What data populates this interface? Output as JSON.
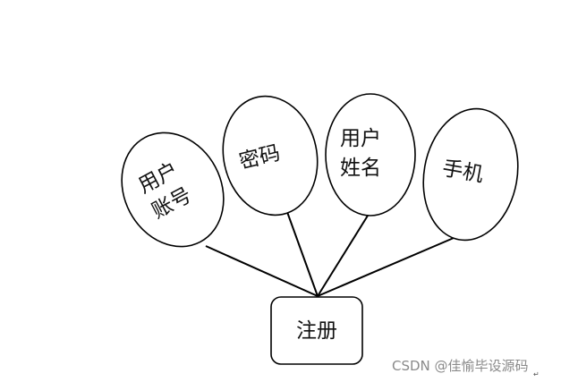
{
  "entity": {
    "label": "注册"
  },
  "attributes": [
    {
      "id": "account",
      "lines": [
        "用户",
        "账号"
      ]
    },
    {
      "id": "password",
      "lines": [
        "密码"
      ]
    },
    {
      "id": "name",
      "lines": [
        "用户",
        "姓名"
      ]
    },
    {
      "id": "phone",
      "lines": [
        "手机"
      ]
    }
  ],
  "watermark": "CSDN @佳愉毕设源码"
}
